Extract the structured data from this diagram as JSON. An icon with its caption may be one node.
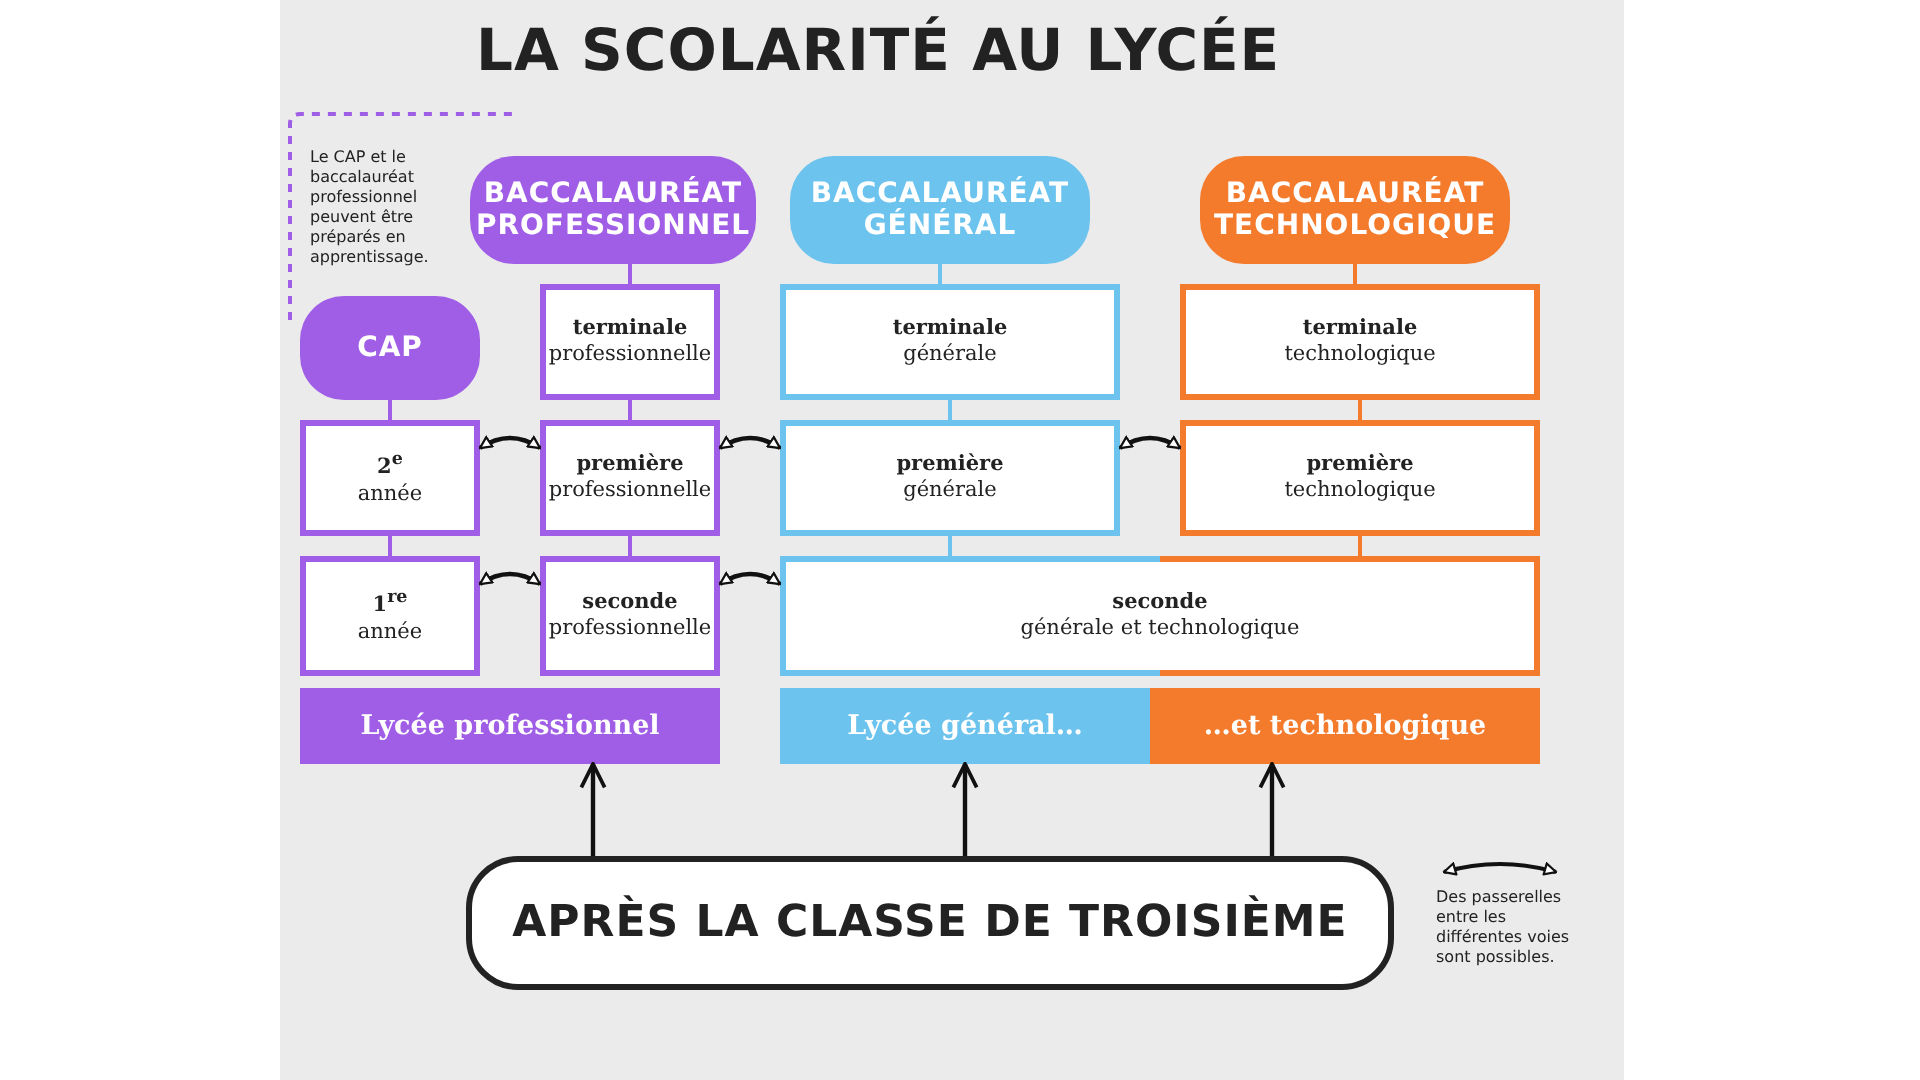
{
  "diagram": {
    "title": "LA SCOLARITÉ AU LYCÉE",
    "nodes": [
      {
        "text": [
          "BACCALAURÉAT PROFESSIONNEL"
        ]
      },
      {
        "text": [
          "BACCALAURÉAT GÉNÉRAL"
        ]
      },
      {
        "text": [
          "BACCALAURÉAT TECHNOLOGIQUE"
        ]
      },
      {
        "text": [
          "CAP"
        ]
      },
      {
        "text": [
          "terminale",
          "professionnelle"
        ]
      },
      {
        "text": [
          "terminale",
          "générale"
        ]
      },
      {
        "text": [
          "terminale",
          "technologique"
        ]
      },
      {
        "text": [
          "2$^{e}$",
          "année"
        ]
      },
      {
        "text": [
          "première",
          "professionnelle"
        ]
      },
      {
        "text": [
          "première",
          "générale"
        ]
      },
      {
        "text": [
          "première",
          "technologique"
        ]
      },
      {
        "text": [
          "1$^{re}$",
          "année"
        ]
      },
      {
        "text": [
          "seconde",
          "professionnelle"
        ]
      },
      {
        "text": [
          "seconde",
          "générale et technologique"
        ]
      },
      {
        "text": [
          "Lycée professionnel"
        ]
      },
      {
        "text": [
          "Lycée général…"
        ]
      },
      {
        "text": [
          "…et technologique"
        ]
      },
      {
        "text": [
          "APRÈS LA CLASSE DE TROISIÈME"
        ]
      }
    ],
    "edges": [
      {
        "from": 17,
        "to": 14,
        "arrow": "to"
      },
      {
        "from": 17,
        "to": 15,
        "arrow": "to"
      },
      {
        "from": 17,
        "to": 16,
        "arrow": "to"
      },
      {
        "from": 7,
        "to": 8,
        "arrow": "both"
      },
      {
        "from": 8,
        "to": 9,
        "arrow": "both"
      },
      {
        "from": 9,
        "to": 10,
        "arrow": "both"
      },
      {
        "from": 11,
        "to": 12,
        "arrow": "both"
      },
      {
        "from": 12,
        "to": 13,
        "arrow": "both"
      },
      {
        "from": 0,
        "to": 4,
        "arrow": "none",
        "color": "#a05ee6"
      },
      {
        "from": 4,
        "to": 8,
        "arrow": "none",
        "color": "#a05ee6"
      },
      {
        "from": 8,
        "to": 12,
        "arrow": "none",
        "color": "#a05ee6"
      },
      {
        "from": 3,
        "to": 7,
        "arrow": "none",
        "color": "#a05ee6"
      },
      {
        "from": 7,
        "to": 11,
        "arrow": "none",
        "color": "#a05ee6"
      },
      {
        "from": 1,
        "to": 5,
        "arrow": "none",
        "color": "#6cc3ee"
      },
      {
        "from": 5,
        "to": 9,
        "arrow": "none",
        "color": "#6cc3ee"
      },
      {
        "from": 9,
        "to": 13,
        "arrow": "none",
        "color": "#6cc3ee"
      },
      {
        "from": 2,
        "to": 6,
        "arrow": "none",
        "color": "#f47a2c"
      },
      {
        "from": 6,
        "to": 10,
        "arrow": "none",
        "color": "#f47a2c"
      },
      {
        "from": 10,
        "to": 13,
        "arrow": "none",
        "color": "#f47a2c"
      }
    ],
    "labels": [
      "Le CAP et le baccalauréat professionnel peuvent être préparés en apprentissage."
    ],
    "legend": [
      {
        "text": "Des passerelles entre les différentes voies sont possibles."
      }
    ]
  }
}
